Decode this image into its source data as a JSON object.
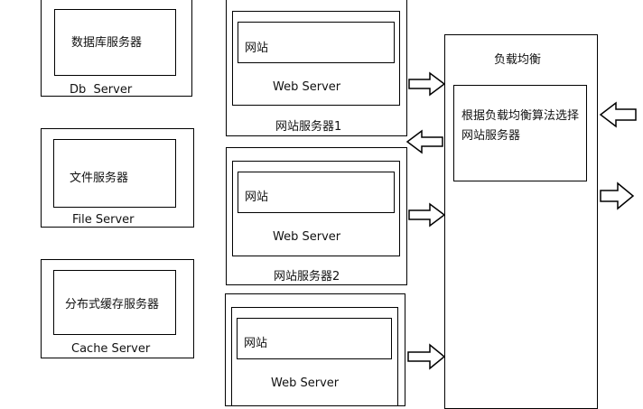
{
  "left": {
    "db": {
      "inner": "数据库服务器",
      "label": "Db  Server"
    },
    "file": {
      "inner": "文件服务器",
      "label": "File Server"
    },
    "cache": {
      "inner": "分布式缓存服务器",
      "label": "Cache Server"
    }
  },
  "servers": [
    {
      "site": "网站",
      "web": "Web Server",
      "caption": "网站服务器1"
    },
    {
      "site": "网站",
      "web": "Web Server",
      "caption": "网站服务器2"
    },
    {
      "site": "网站",
      "web": "Web Server"
    }
  ],
  "balancer": {
    "title": "负载均衡",
    "algorithm": "根据负载均衡算法选择网站服务器"
  },
  "arrows": [
    {
      "name": "arrow-to-lb-from-server-1",
      "direction": "right"
    },
    {
      "name": "arrow-to-server-1-from-lb",
      "direction": "left"
    },
    {
      "name": "arrow-to-lb-from-server-2",
      "direction": "right"
    },
    {
      "name": "arrow-to-lb-from-server-3",
      "direction": "right"
    },
    {
      "name": "arrow-incoming-request",
      "direction": "left"
    },
    {
      "name": "arrow-outgoing-response",
      "direction": "right"
    }
  ]
}
